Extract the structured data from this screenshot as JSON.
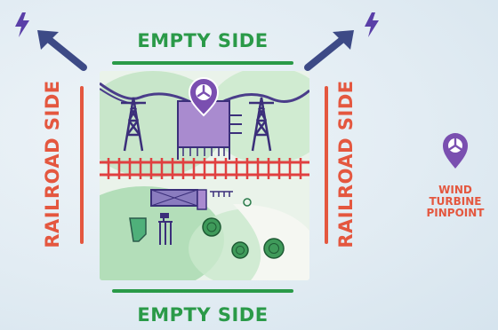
{
  "labels": {
    "top": "EMPTY SIDE",
    "bottom": "EMPTY SIDE",
    "left": "RAILROAD SIDE",
    "right": "RAILROAD SIDE"
  },
  "legend": {
    "line1": "WIND",
    "line2": "TURBINE",
    "line3": "PINPOINT",
    "icon": "wind-turbine-pinpoint-icon"
  },
  "colors": {
    "empty_side": "#2a9a48",
    "railroad_side": "#e4573f",
    "arrow": "#3d4a86",
    "bolt": "#5a3fa8",
    "pin": "#7a4fb0"
  },
  "icons": [
    "lightning-bolt-icon",
    "diagonal-arrow-icon",
    "wind-turbine-pinpoint-icon"
  ]
}
